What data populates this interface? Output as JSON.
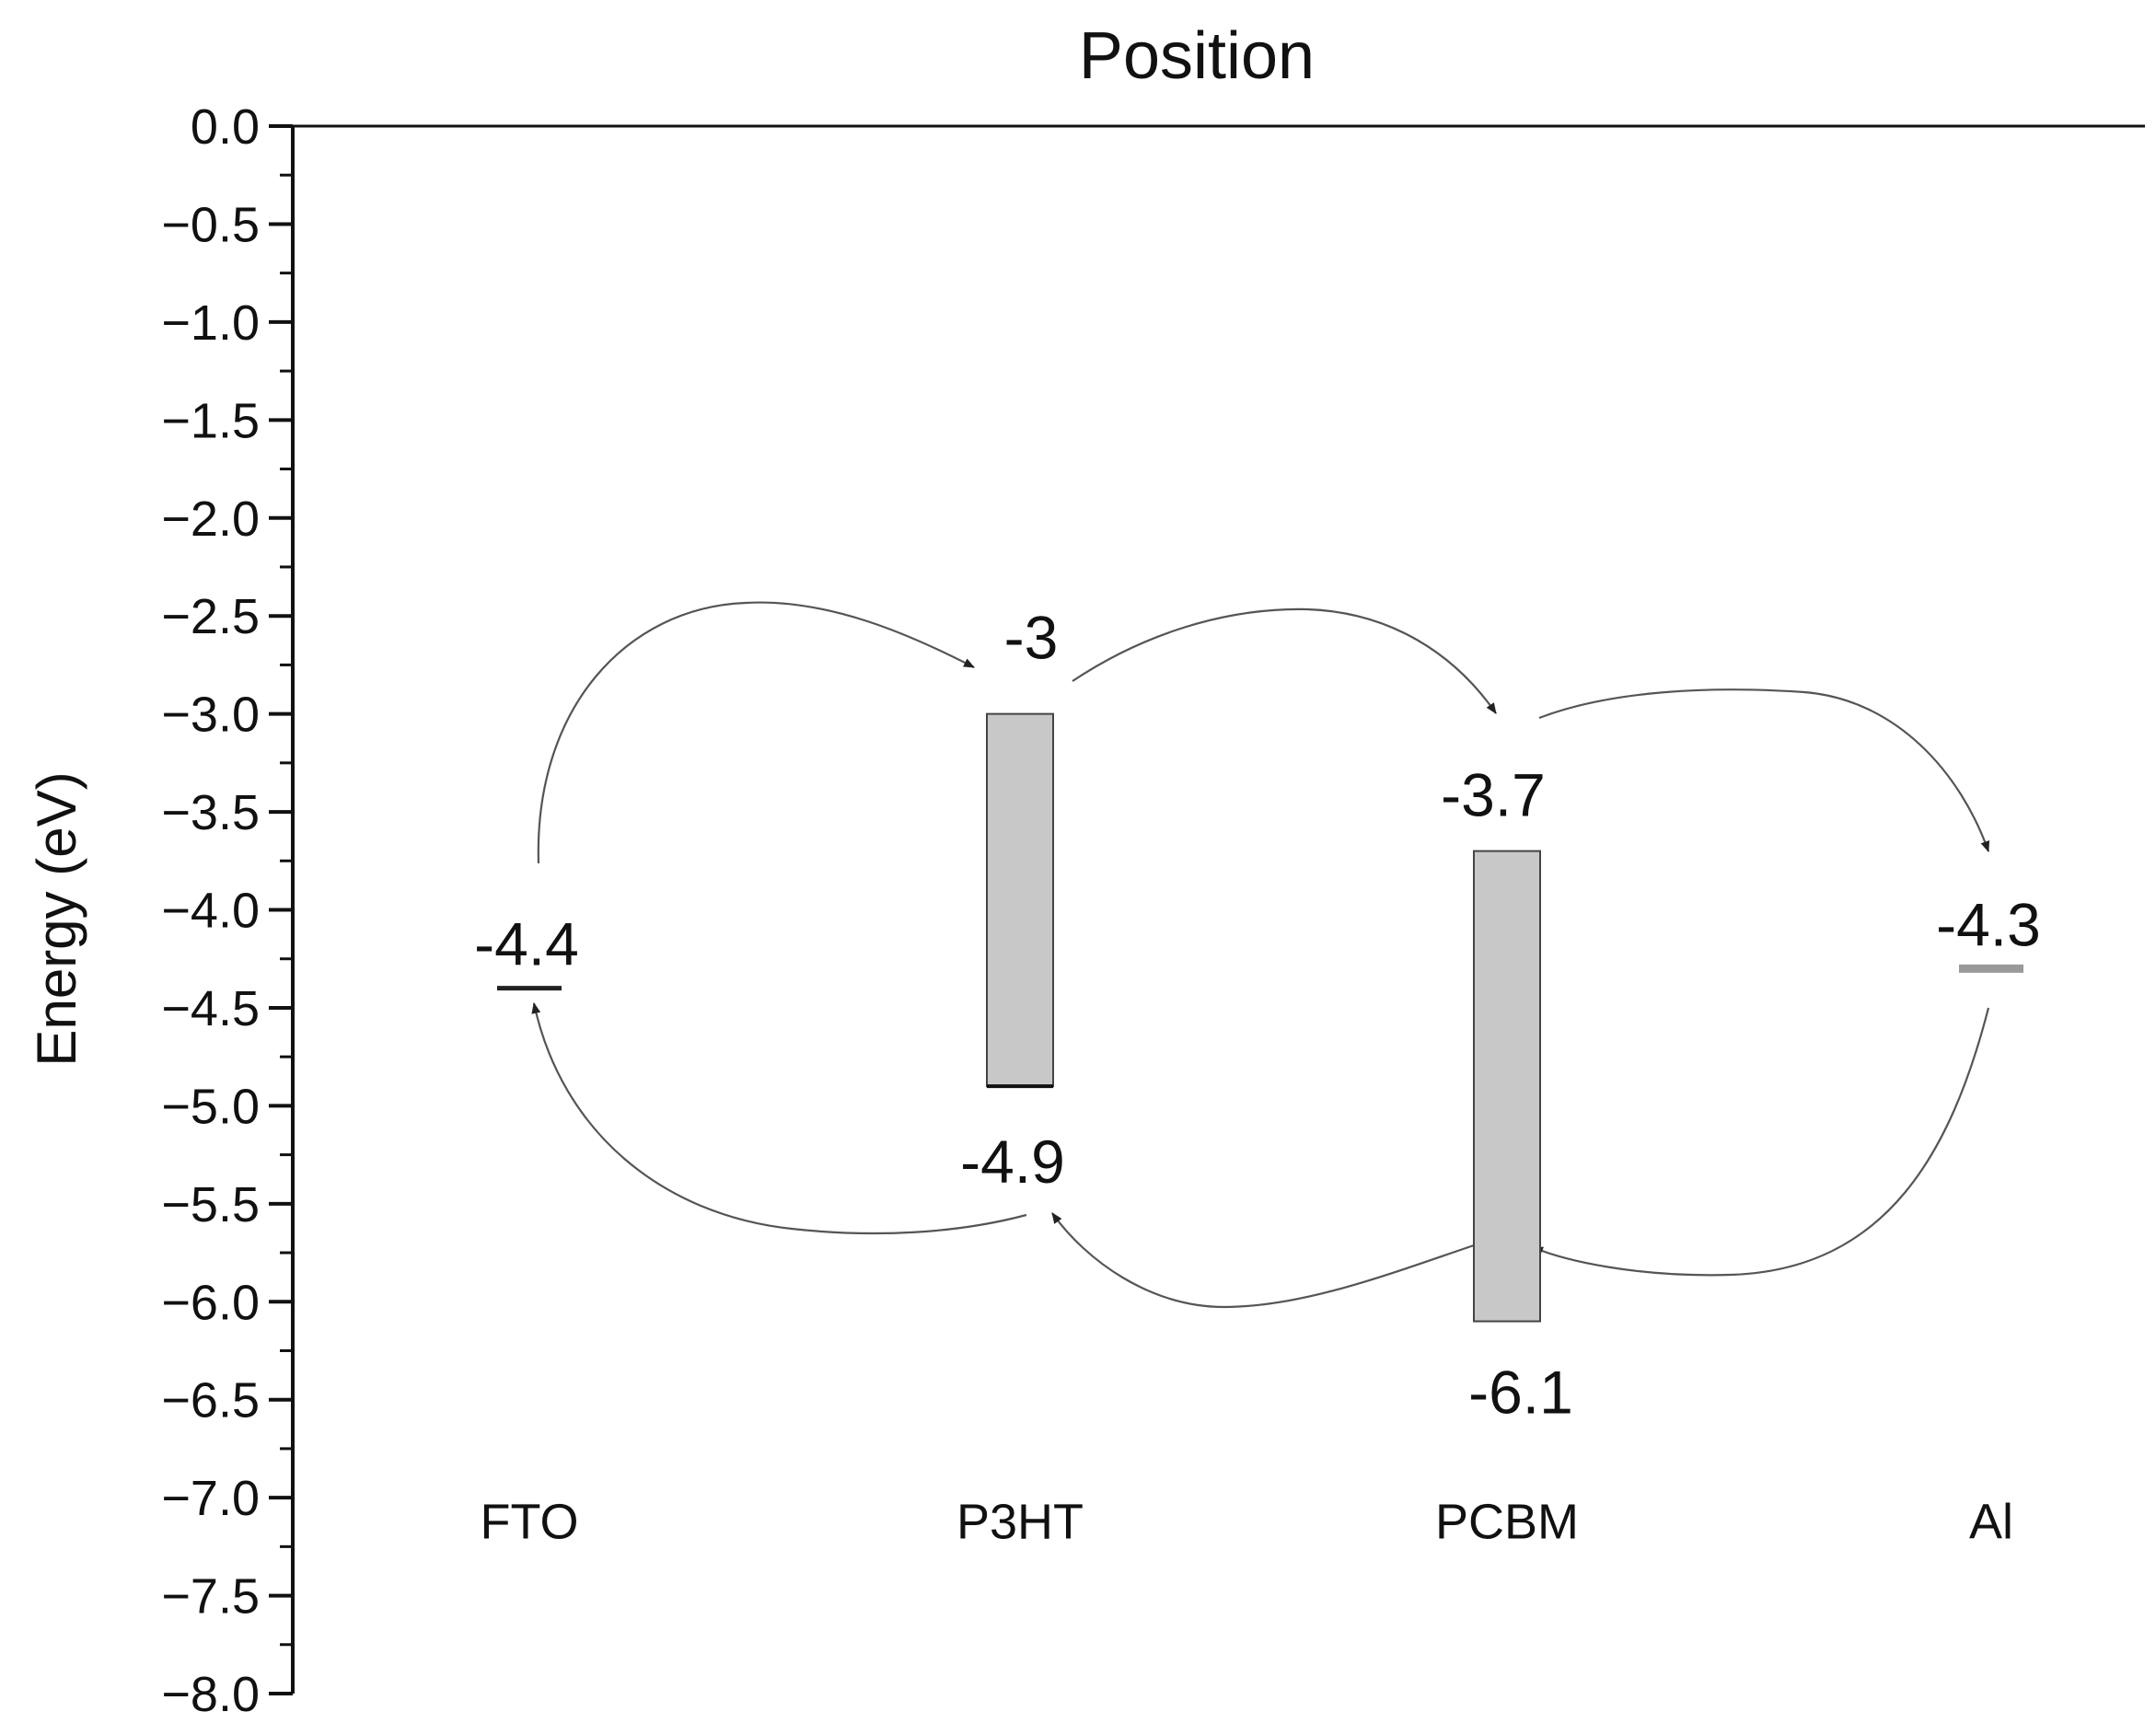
{
  "chart_data": {
    "type": "energy-level-diagram",
    "title": "Position",
    "ylabel": "Energy (eV)",
    "ylim": [
      -8.0,
      0.0
    ],
    "yticks": [
      "0.0",
      "−0.5",
      "−1.0",
      "−1.5",
      "−2.0",
      "−2.5",
      "−3.0",
      "−3.5",
      "−4.0",
      "−4.5",
      "−5.0",
      "−5.5",
      "−6.0",
      "−6.5",
      "−7.0",
      "−7.5",
      "−8.0"
    ],
    "ytick_values": [
      0.0,
      -0.5,
      -1.0,
      -1.5,
      -2.0,
      -2.5,
      -3.0,
      -3.5,
      -4.0,
      -4.5,
      -5.0,
      -5.5,
      -6.0,
      -6.5,
      -7.0,
      -7.5,
      -8.0
    ],
    "materials": [
      {
        "name": "FTO",
        "kind": "level",
        "level": -4.4,
        "label": "-4.4",
        "label_text": "FTO"
      },
      {
        "name": "P3HT",
        "kind": "band",
        "top": -3.0,
        "bottom": -4.9,
        "top_label": "-3",
        "bottom_label": "-4.9",
        "label_text": "P3HT"
      },
      {
        "name": "PCBM",
        "kind": "band",
        "top": -3.7,
        "bottom": -6.1,
        "top_label": "-3.7",
        "bottom_label": "-6.1",
        "label_text": "PCBM"
      },
      {
        "name": "Al",
        "kind": "level",
        "level": -4.3,
        "label": "-4.3",
        "label_text": "Al"
      }
    ],
    "arrows": [
      {
        "from": "FTO",
        "to": "P3HT",
        "path": "upper"
      },
      {
        "from": "P3HT",
        "to": "PCBM",
        "path": "upper"
      },
      {
        "from": "PCBM",
        "to": "Al",
        "path": "upper"
      },
      {
        "from": "Al",
        "to": "PCBM",
        "path": "lower"
      },
      {
        "from": "PCBM",
        "to": "P3HT",
        "path": "lower"
      },
      {
        "from": "P3HT",
        "to": "FTO",
        "path": "lower"
      }
    ],
    "colors": {
      "band_fill": "#c8c8c8",
      "band_stroke": "#444444",
      "level_gray": "#999999",
      "arrow": "#555555"
    }
  }
}
